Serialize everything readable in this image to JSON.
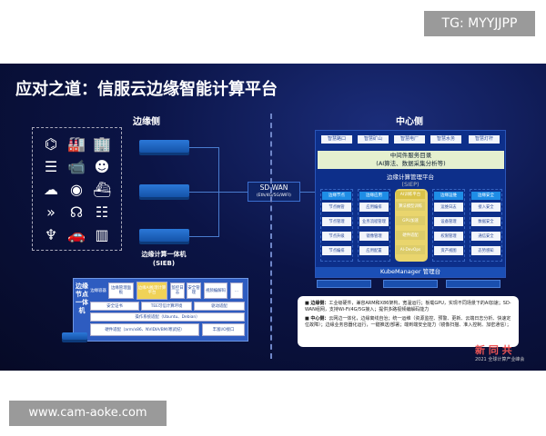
{
  "watermarks": {
    "top": "TG: MYYJJPP",
    "bottom": "www.cam-aoke.com"
  },
  "slide": {
    "title": "应对之道：信服云边缘智能计算平台",
    "edge_label": "边缘侧",
    "center_label": "中心侧",
    "edge_icons": [
      "network-icon",
      "factory-icon",
      "building-icon",
      "checklist-icon",
      "camera-icon",
      "head-gear-icon",
      "cloud-pc-icon",
      "webcam-icon",
      "ship-icon",
      "arrows-icon",
      "brain-icon",
      "org-chart-icon",
      "tower-icon",
      "car-icon",
      "barcode-icon"
    ],
    "sdwan": {
      "title": "SD-WAN",
      "sub": "(Eth/4G/5G/WIFI)"
    },
    "sieb": {
      "name": "边缘计算一体机",
      "code": "(SIEB)"
    },
    "center": {
      "scenarios": [
        "智慧路口",
        "智慧矿山",
        "智慧电厂",
        "智慧水务",
        "智慧灯杆"
      ],
      "middleware": {
        "title": "中间件服务目录",
        "sub": "(AI算法、数据采集分析等)"
      },
      "platform": {
        "title": "边缘计算管理平台",
        "code": "(SIEP)"
      },
      "columns": [
        {
          "head": "边缘节点",
          "items": [
            "节点纳管",
            "节点管理",
            "节点升级",
            "节点编排"
          ]
        },
        {
          "head": "边缘应用",
          "items": [
            "应用编排",
            "业务流程管理",
            "镜像管理",
            "应用配置"
          ]
        },
        {
          "head": "AI训练平台",
          "items": [
            "算法模型训练",
            "GPU加速",
            "硬件适配",
            "AI-DevOps"
          ]
        },
        {
          "head": "边缘运维",
          "items": [
            "运维日志",
            "设备管理",
            "权限管理",
            "资产视图"
          ]
        },
        {
          "head": "边缘安全",
          "items": [
            "接入安全",
            "数据安全",
            "通信安全",
            "态势感知"
          ]
        }
      ],
      "kube": "KubeManager 管理台"
    },
    "edge_node": {
      "vertical": "边缘节点一体机",
      "row1": [
        "边缘容器",
        "边缘管理面板",
        "边缘AI推理计算平台",
        "监控日志",
        "安全管理",
        "视频编解码",
        "..."
      ],
      "row2": [
        "安全证书",
        "TEE可信计算环境",
        "驱动适配"
      ],
      "row3": "操作系统适配（Ubuntu、Debian）",
      "row4": [
        "硬件适配（arm/x86、NVIDIA/BM/寒武纪）",
        "丰富I/O接口"
      ]
    },
    "notes": [
      {
        "label": "边缘侧：",
        "text": "工业级硬件，兼容ARM和X86架构，宽温运行；板载GPU，实现不同场景下的AI加速；SD-WAN组网，支持Wi-Fi/4G/5G接入；提供多路视频编解码能力"
      },
      {
        "label": "中心侧：",
        "text": "云网边一体化，边缘离线自治；统一运维（资源监控、预警、更新、云端日志分析、快速定位故障）；边缘业务容器化运行，一键推送/部署；端到端安全能力（镜像扫描、准入控制、加密通信）；"
      }
    ],
    "footer_logo": "2021 全球计算产业峰会"
  },
  "colors": {
    "slide_bg": "#0b1446",
    "accent": "#1e8de6",
    "ai_highlight": "#e9d56d",
    "middleware": "#e5f0cf"
  }
}
